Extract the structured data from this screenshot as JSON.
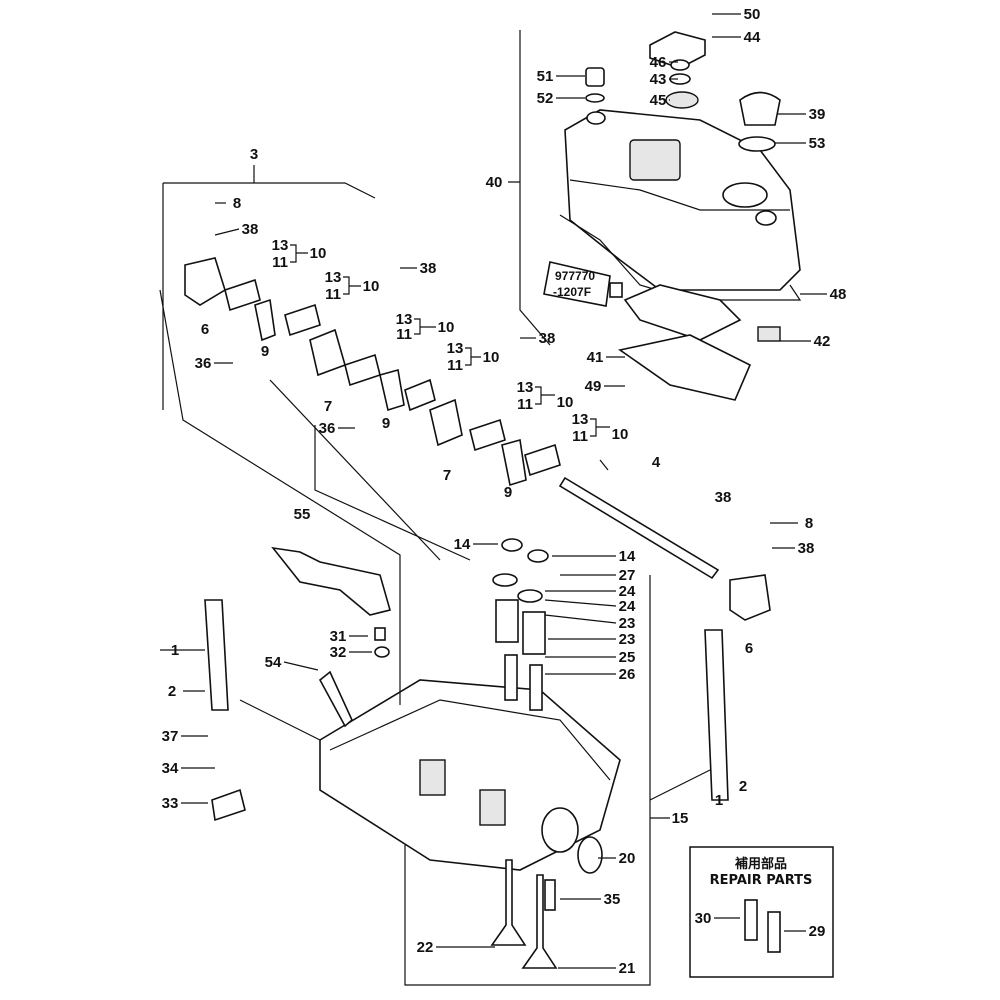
{
  "callouts": [
    "50",
    "44",
    "46",
    "43",
    "45",
    "51",
    "52",
    "39",
    "53",
    "40",
    "48",
    "42",
    "41",
    "49",
    "3",
    "8",
    "38",
    "13",
    "11",
    "10",
    "13",
    "11",
    "10",
    "38",
    "6",
    "9",
    "36",
    "7",
    "13",
    "11",
    "10",
    "13",
    "11",
    "10",
    "38",
    "9",
    "36",
    "13",
    "11",
    "10",
    "13",
    "11",
    "10",
    "7",
    "9",
    "4",
    "38",
    "8",
    "38",
    "6",
    "55",
    "14",
    "14",
    "27",
    "24",
    "24",
    "23",
    "23",
    "25",
    "26",
    "1",
    "31",
    "32",
    "54",
    "2",
    "37",
    "34",
    "33",
    "1",
    "2",
    "15",
    "20",
    "35",
    "22",
    "21",
    "30",
    "29"
  ],
  "sealant_tube": {
    "line1": "977770",
    "line2": "-1207F"
  },
  "repair_parts": {
    "title_jp": "補用部品",
    "title_en": "REPAIR PARTS"
  }
}
